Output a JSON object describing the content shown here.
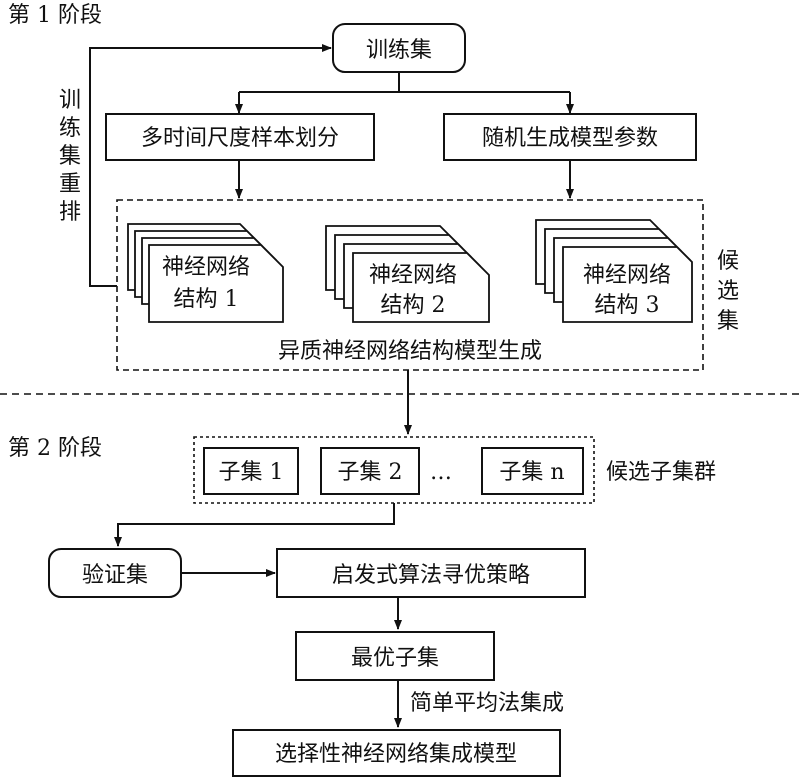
{
  "stage1": {
    "label": "第 1 阶段"
  },
  "stage2": {
    "label": "第 2 阶段"
  },
  "training_set": "训练集",
  "reorder_label": [
    "训",
    "练",
    "集",
    "重",
    "排"
  ],
  "multi_scale": "多时间尺度样本划分",
  "random_params": "随机生成模型参数",
  "candidate_set_label": [
    "候",
    "选",
    "集"
  ],
  "structures": [
    {
      "line1": "神经网络",
      "line2": "结构 1"
    },
    {
      "line1": "神经网络",
      "line2": "结构 2"
    },
    {
      "line1": "神经网络",
      "line2": "结构 3"
    }
  ],
  "heterogeneous_generation": "异质神经网络结构模型生成",
  "subsets": [
    "子集 1",
    "子集 2",
    "子集 n"
  ],
  "ellipsis": "…",
  "candidate_subset_group": "候选子集群",
  "validation_set": "验证集",
  "heuristic": "启发式算法寻优策略",
  "best_subset": "最优子集",
  "simple_average": "简单平均法集成",
  "final_model": "选择性神经网络集成模型"
}
